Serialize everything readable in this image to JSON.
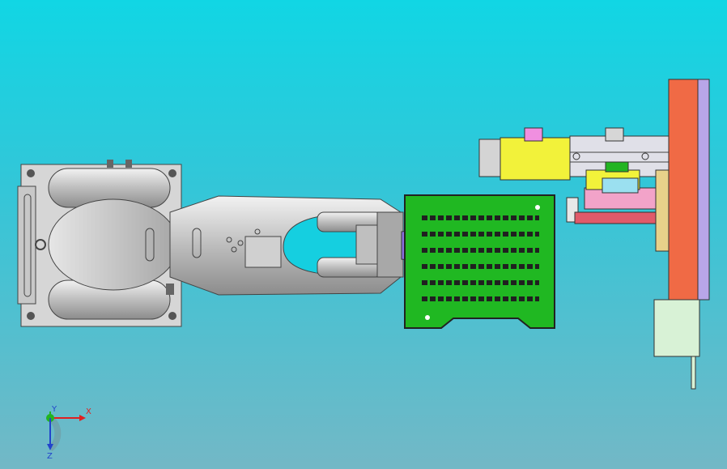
{
  "app": {
    "viewport_background_top": "#11d6e4",
    "viewport_background_bottom": "#73b8c6"
  },
  "scene": {
    "parts": [
      {
        "name": "robot-base",
        "color": "#d8d8d8"
      },
      {
        "name": "robot-arm",
        "color": "#c8c8c8"
      },
      {
        "name": "end-effector",
        "color": "#7a5cd6"
      },
      {
        "name": "pcb-fixture",
        "color": "#22b422"
      },
      {
        "name": "feeder-assembly",
        "color": "#f2f23a"
      },
      {
        "name": "pink-block",
        "color": "#f2a3c9"
      },
      {
        "name": "orange-plate",
        "color": "#f06a45"
      },
      {
        "name": "lavender-plate",
        "color": "#b8a6e8"
      },
      {
        "name": "pale-green-block",
        "color": "#d8f2d6"
      }
    ]
  },
  "triad": {
    "x_label": "X",
    "y_label": "Y",
    "z_label": "Z",
    "x_color": "#e02020",
    "y_color": "#22b422",
    "z_color": "#2244cc"
  }
}
